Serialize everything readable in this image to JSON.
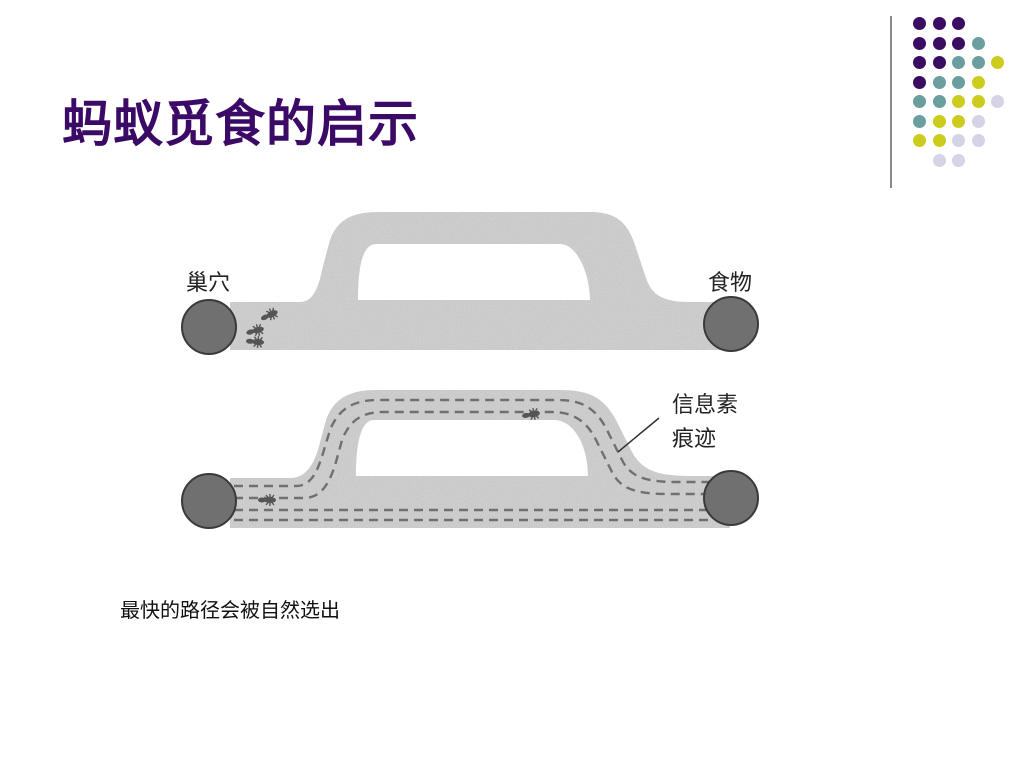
{
  "slide": {
    "title": "蚂蚁觅食的启示",
    "caption": "最快的路径会被自然选出"
  },
  "diagram": {
    "nest_label": "巢穴",
    "food_label": "食物",
    "pheromone_label_line1": "信息素",
    "pheromone_label_line2": "痕迹"
  },
  "decoration": {
    "colors": {
      "purple": "#3a0d63",
      "teal": "#6b9e9e",
      "yellow": "#cccc1e",
      "lavender": "#d4d4e6"
    },
    "dot_rows": [
      [
        "purple",
        "purple",
        "purple"
      ],
      [
        "purple",
        "purple",
        "purple",
        "teal"
      ],
      [
        "purple",
        "purple",
        "teal",
        "teal",
        "yellow"
      ],
      [
        "purple",
        "teal",
        "teal",
        "yellow"
      ],
      [
        "teal",
        "teal",
        "yellow",
        "yellow",
        "lavender"
      ],
      [
        "teal",
        "yellow",
        "yellow",
        "lavender"
      ],
      [
        "yellow",
        "yellow",
        "lavender",
        "lavender"
      ],
      [
        "lavender",
        "lavender"
      ]
    ]
  },
  "theme": {
    "title_color": "#3b0a66",
    "path_color": "#cfcfcf",
    "node_color": "#707070",
    "trail_color": "#707070"
  }
}
